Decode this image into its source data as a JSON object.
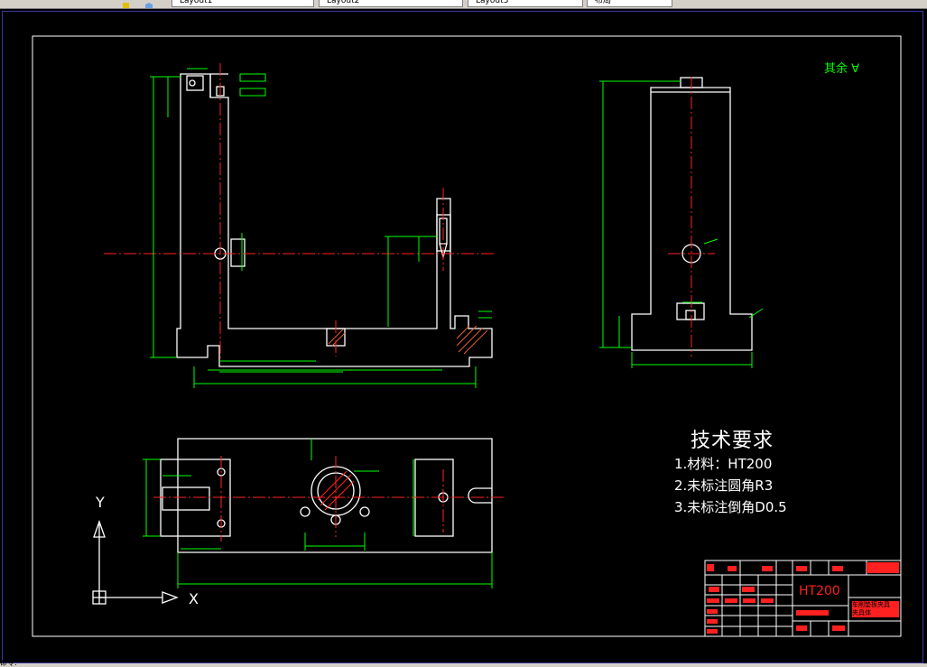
{
  "tabs": [
    {
      "label": "Layout1"
    },
    {
      "label": "Layout2"
    },
    {
      "label": "Layout3"
    },
    {
      "label": "布局"
    }
  ],
  "drawing": {
    "roughness_note": "其余 ∀",
    "tech_requirements": {
      "title": "技术要求",
      "items": [
        "1.材料：HT200",
        "2.未标注圆角R3",
        "3.未标注倒角D0.5"
      ]
    },
    "title_block": {
      "material": "HT200",
      "name_line1": "车削垫板夹具",
      "name_line2": "夹具体"
    },
    "ucs": {
      "x_label": "X",
      "y_label": "Y"
    }
  },
  "command_line": {
    "text": "命令:"
  },
  "colors": {
    "background": "#000000",
    "geometry": "#ffffff",
    "dimension": "#00ff00",
    "centerline": "#ff0000",
    "titleblock_fill": "#ff0000"
  }
}
